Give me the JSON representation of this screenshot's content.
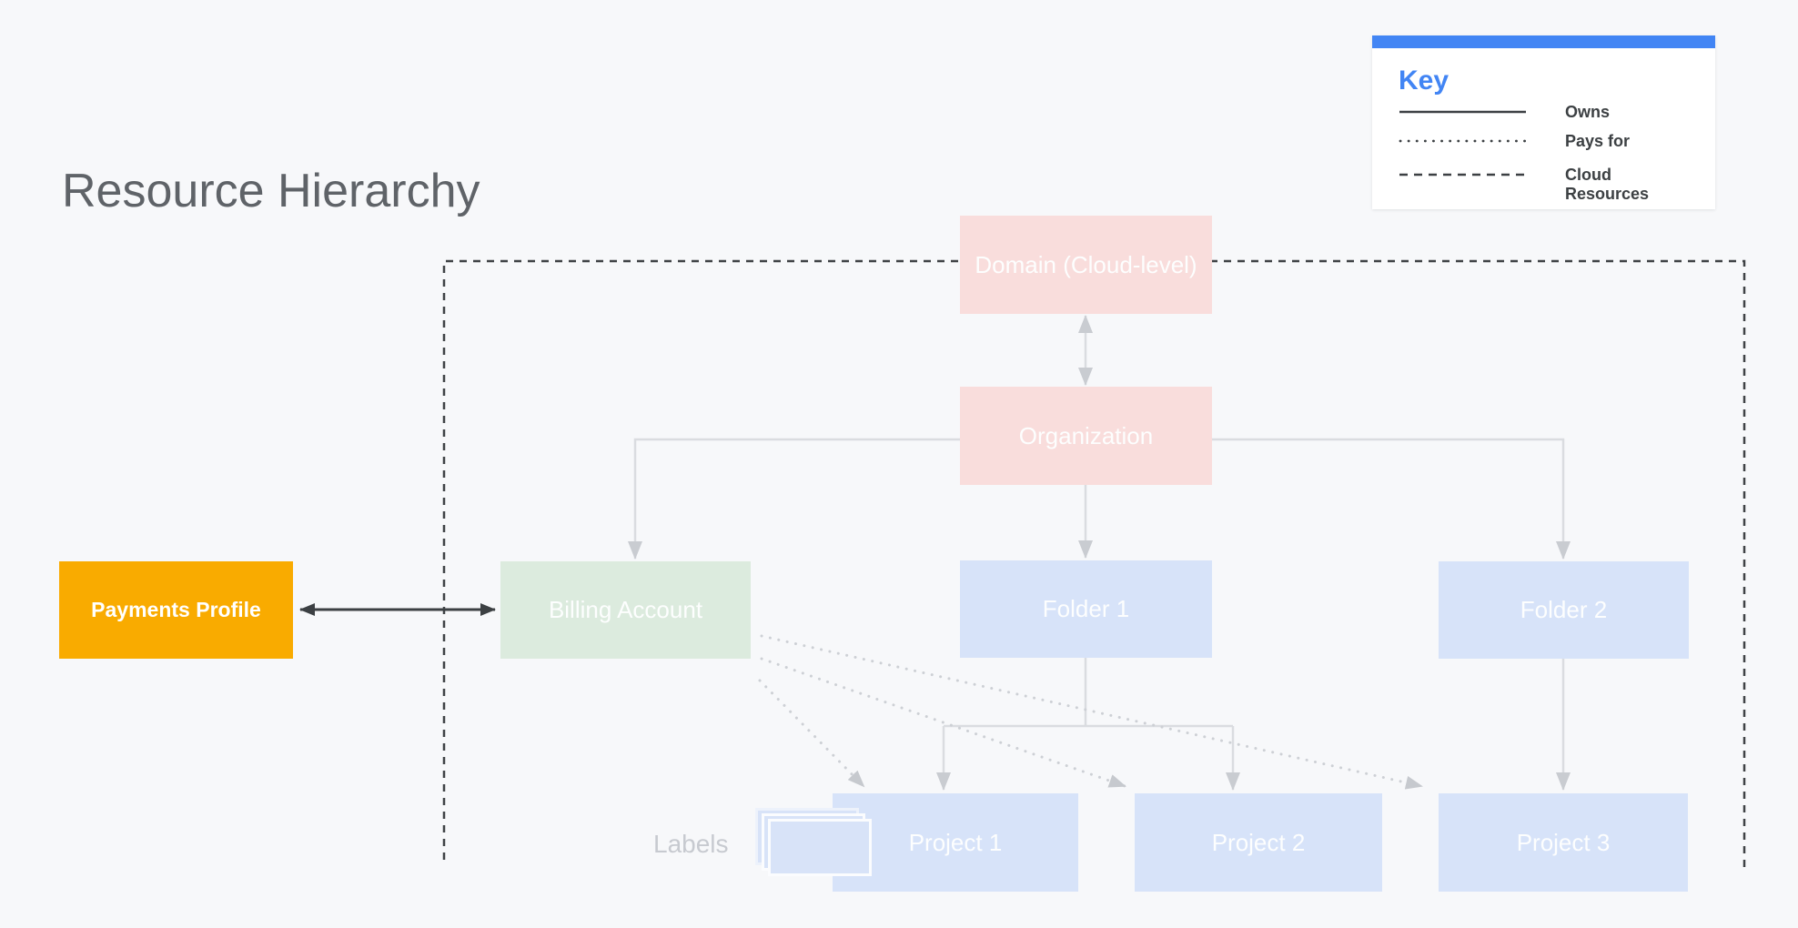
{
  "title": "Resource Hierarchy",
  "key": {
    "title": "Key",
    "entries": [
      {
        "style": "solid",
        "label": "Owns"
      },
      {
        "style": "dotted",
        "label": "Pays for"
      },
      {
        "style": "dashed",
        "label": "Cloud Resources"
      }
    ]
  },
  "nodes": {
    "payments_profile": "Payments Profile",
    "domain": "Domain (Cloud-level)",
    "organization": "Organization",
    "billing_account": "Billing Account",
    "folder1": "Folder 1",
    "folder2": "Folder 2",
    "project1": "Project 1",
    "project2": "Project 2",
    "project3": "Project 3"
  },
  "labels_caption": "Labels",
  "colors": {
    "background": "#F7F8FA",
    "accent_blue": "#4285F4",
    "node_pink": "#F9DDDC",
    "node_green": "#DCEBDE",
    "node_blue": "#D7E3F9",
    "node_orange": "#F9AB00",
    "connector_gray": "#DADCE0",
    "dark_line": "#3C4043",
    "title_gray": "#5F6368"
  }
}
